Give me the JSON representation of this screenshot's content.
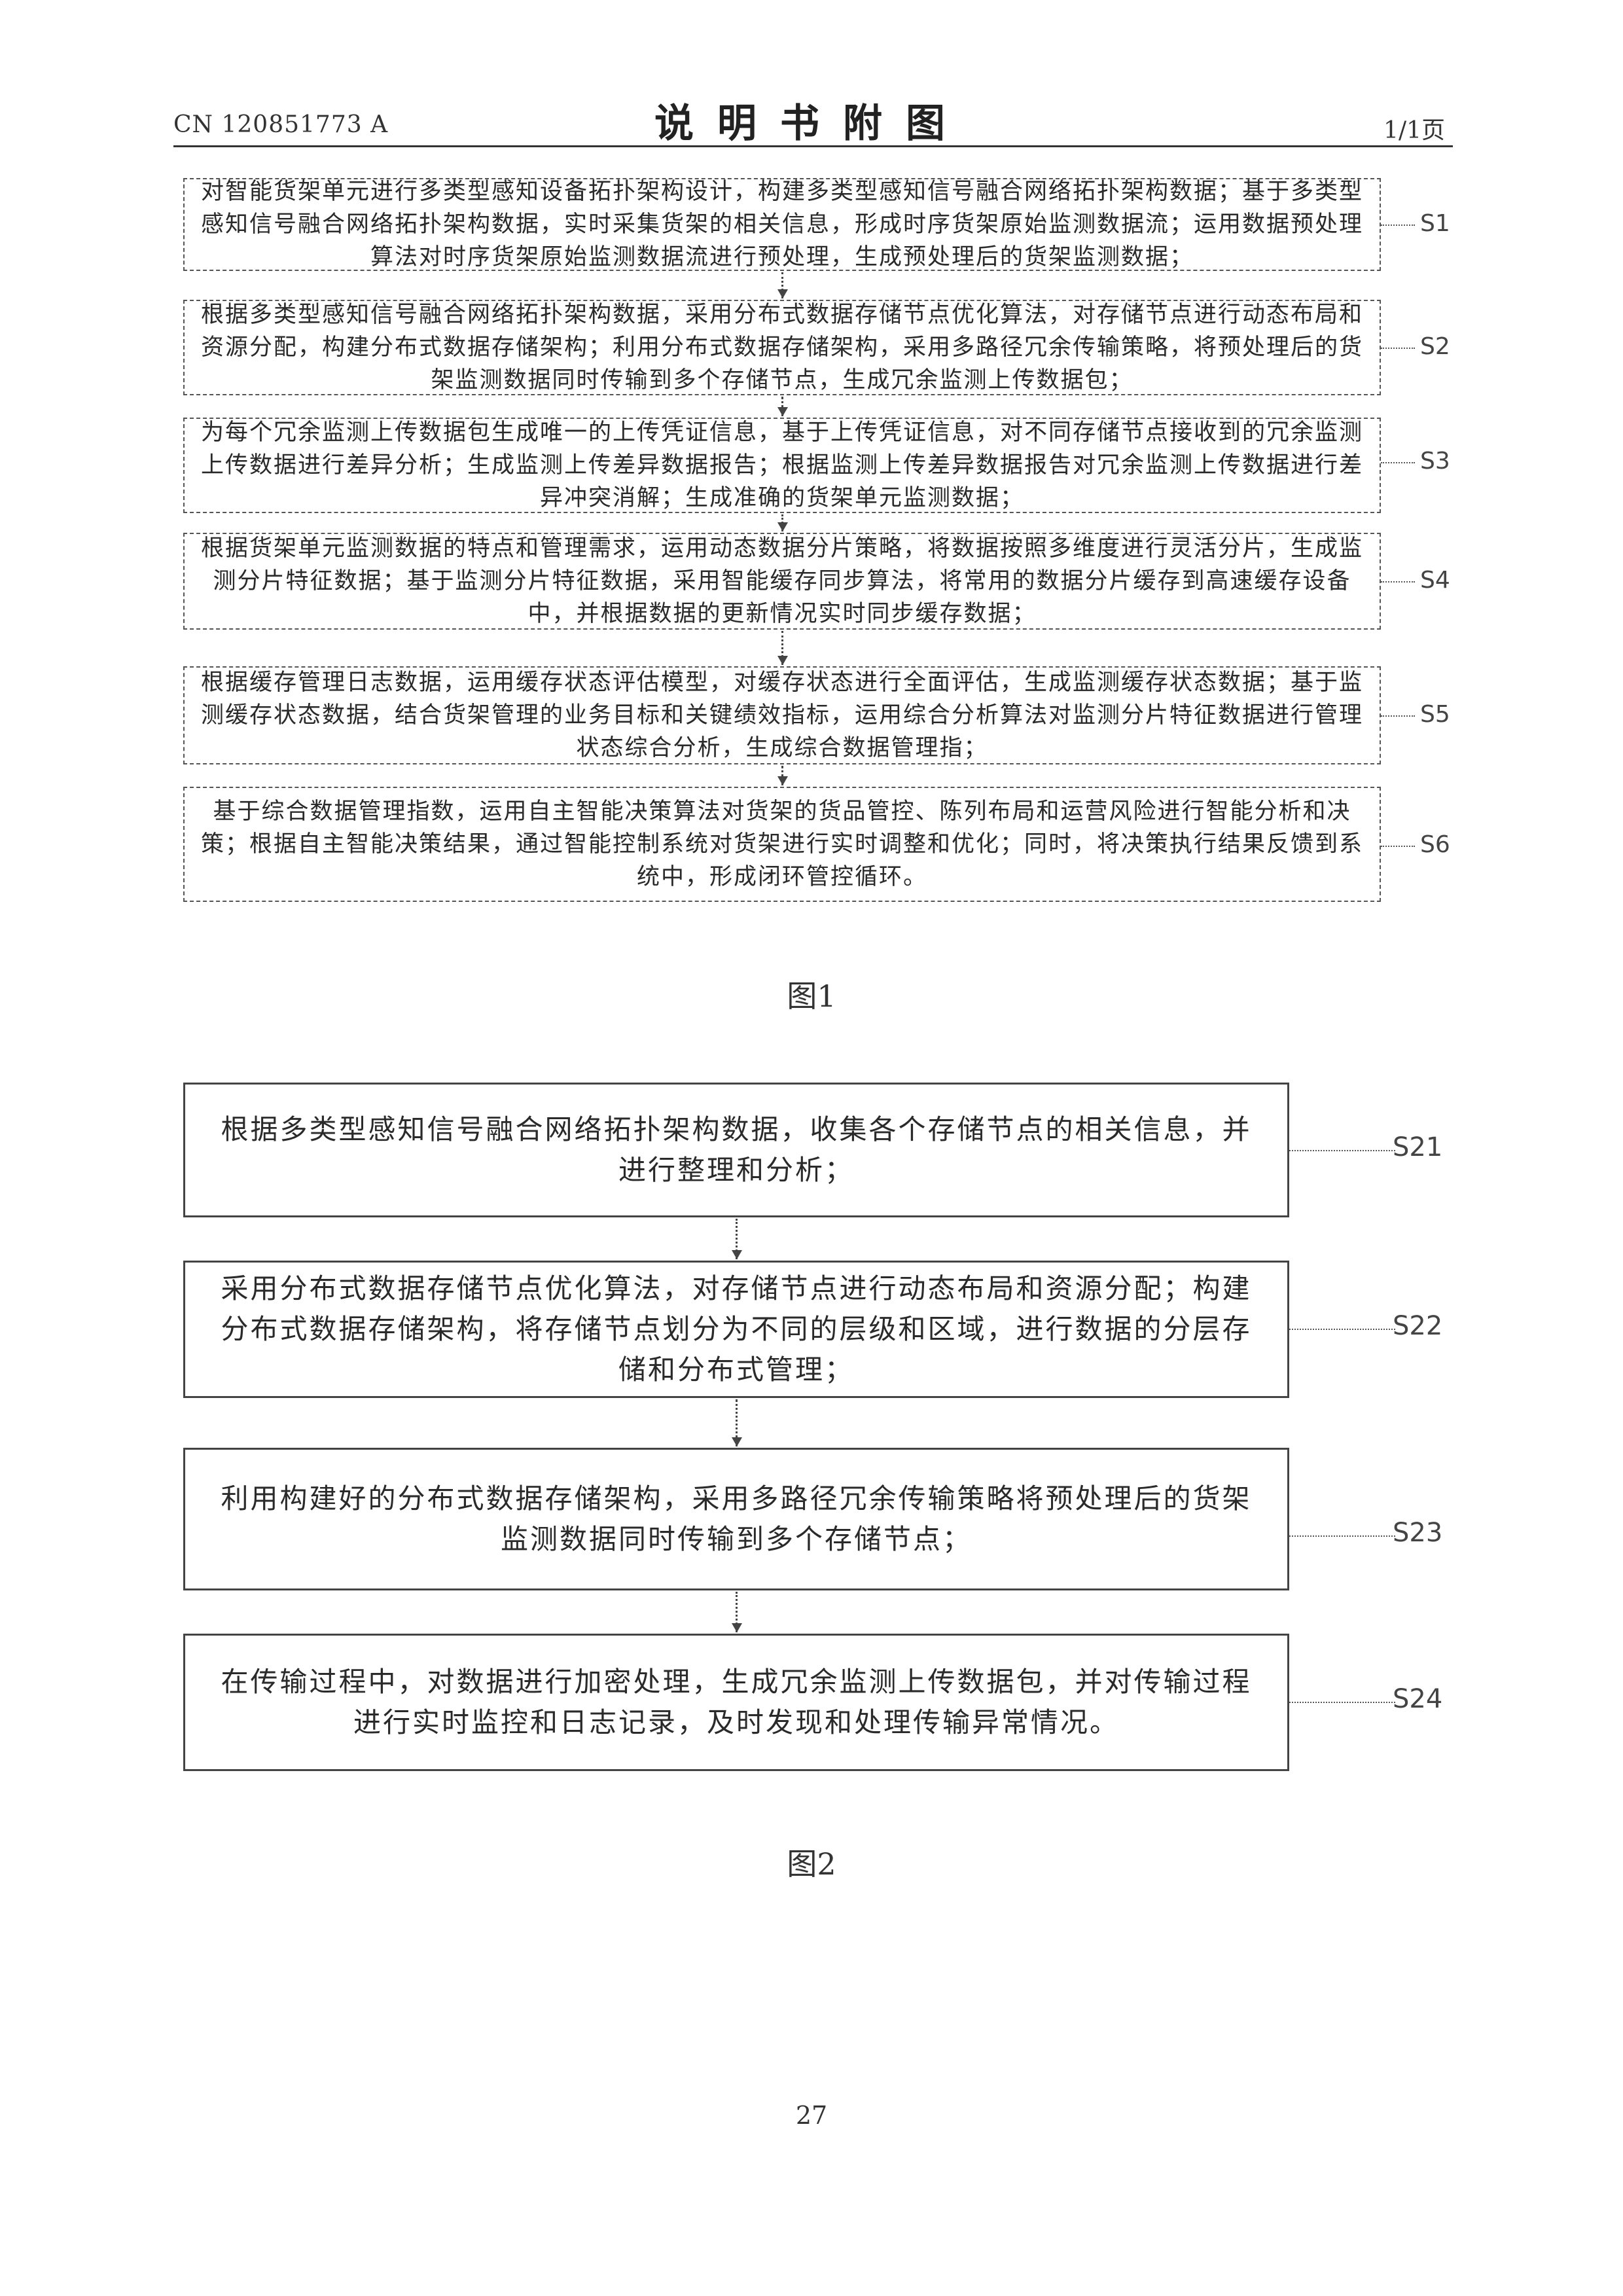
{
  "header": {
    "doc_number": "CN 120851773 A",
    "title": "说明书附图",
    "page_info": "1/1页"
  },
  "figure1": {
    "caption": "图1",
    "steps": [
      {
        "label": "S1",
        "text": "对智能货架单元进行多类型感知设备拓扑架构设计，构建多类型感知信号融合网络拓扑架构数据；基于多类型感知信号融合网络拓扑架构数据，实时采集货架的相关信息，形成时序货架原始监测数据流；运用数据预处理算法对时序货架原始监测数据流进行预处理，生成预处理后的货架监测数据；"
      },
      {
        "label": "S2",
        "text": "根据多类型感知信号融合网络拓扑架构数据，采用分布式数据存储节点优化算法，对存储节点进行动态布局和资源分配，构建分布式数据存储架构；利用分布式数据存储架构，采用多路径冗余传输策略，将预处理后的货架监测数据同时传输到多个存储节点，生成冗余监测上传数据包；"
      },
      {
        "label": "S3",
        "text": "为每个冗余监测上传数据包生成唯一的上传凭证信息，基于上传凭证信息，对不同存储节点接收到的冗余监测上传数据进行差异分析；生成监测上传差异数据报告；根据监测上传差异数据报告对冗余监测上传数据进行差异冲突消解；生成准确的货架单元监测数据；"
      },
      {
        "label": "S4",
        "text": "根据货架单元监测数据的特点和管理需求，运用动态数据分片策略，将数据按照多维度进行灵活分片，生成监测分片特征数据；基于监测分片特征数据，采用智能缓存同步算法，将常用的数据分片缓存到高速缓存设备中，并根据数据的更新情况实时同步缓存数据；"
      },
      {
        "label": "S5",
        "text": "根据缓存管理日志数据，运用缓存状态评估模型，对缓存状态进行全面评估，生成监测缓存状态数据；基于监测缓存状态数据，结合货架管理的业务目标和关键绩效指标，运用综合分析算法对监测分片特征数据进行管理状态综合分析，生成综合数据管理指；"
      },
      {
        "label": "S6",
        "text": "基于综合数据管理指数，运用自主智能决策算法对货架的货品管控、陈列布局和运营风险进行智能分析和决策；根据自主智能决策结果，通过智能控制系统对货架进行实时调整和优化；同时，将决策执行结果反馈到系统中，形成闭环管控循环。"
      }
    ]
  },
  "figure2": {
    "caption": "图2",
    "steps": [
      {
        "label": "S21",
        "text": "根据多类型感知信号融合网络拓扑架构数据，收集各个存储节点的相关信息，并进行整理和分析；"
      },
      {
        "label": "S22",
        "text": "采用分布式数据存储节点优化算法，对存储节点进行动态布局和资源分配；构建分布式数据存储架构，将存储节点划分为不同的层级和区域，进行数据的分层存储和分布式管理；"
      },
      {
        "label": "S23",
        "text": "利用构建好的分布式数据存储架构，采用多路径冗余传输策略将预处理后的货架监测数据同时传输到多个存储节点；"
      },
      {
        "label": "S24",
        "text": "在传输过程中，对数据进行加密处理，生成冗余监测上传数据包，并对传输过程进行实时监控和日志记录，及时发现和处理传输异常情况。"
      }
    ]
  },
  "page_number": "27"
}
